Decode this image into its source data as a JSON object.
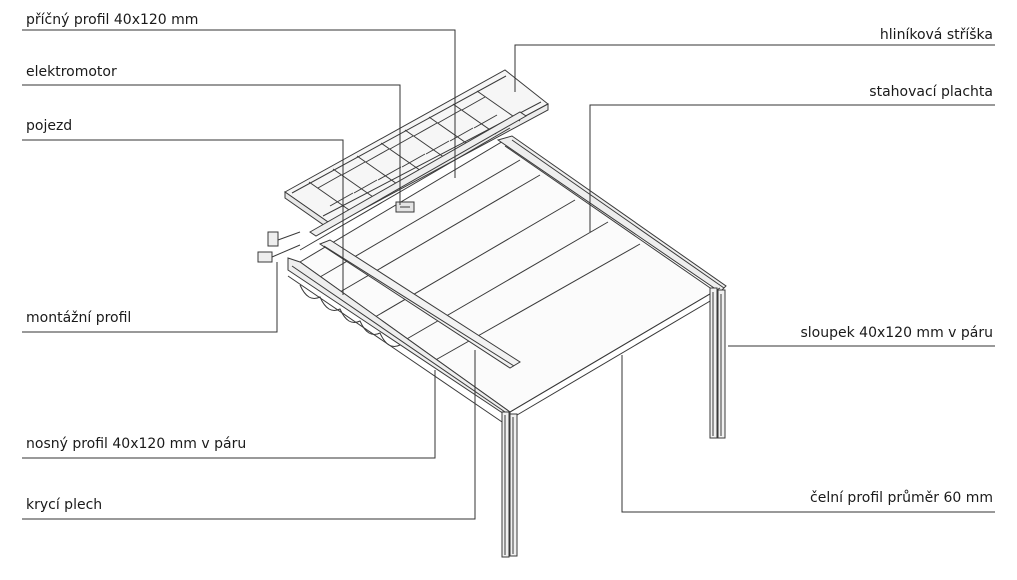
{
  "diagram": {
    "labels_left": {
      "cross_profile": "příčný profil 40x120 mm",
      "motor": "elektromotor",
      "carriage": "pojezd",
      "mount_profile": "montážní profil",
      "bearing_profile": "nosný profil 40x120 mm v páru",
      "cover_sheet": "krycí plech"
    },
    "labels_right": {
      "roof": "hliníková stříška",
      "awning": "stahovací plachta",
      "post": "sloupek 40x120 mm v páru",
      "front_profile": "čelní profil průměr 60 mm"
    }
  },
  "colors": {
    "line": "#3a3a3a",
    "fill_light": "#f4f4f4",
    "fill_face": "#fafafa",
    "leader": "#333333"
  }
}
